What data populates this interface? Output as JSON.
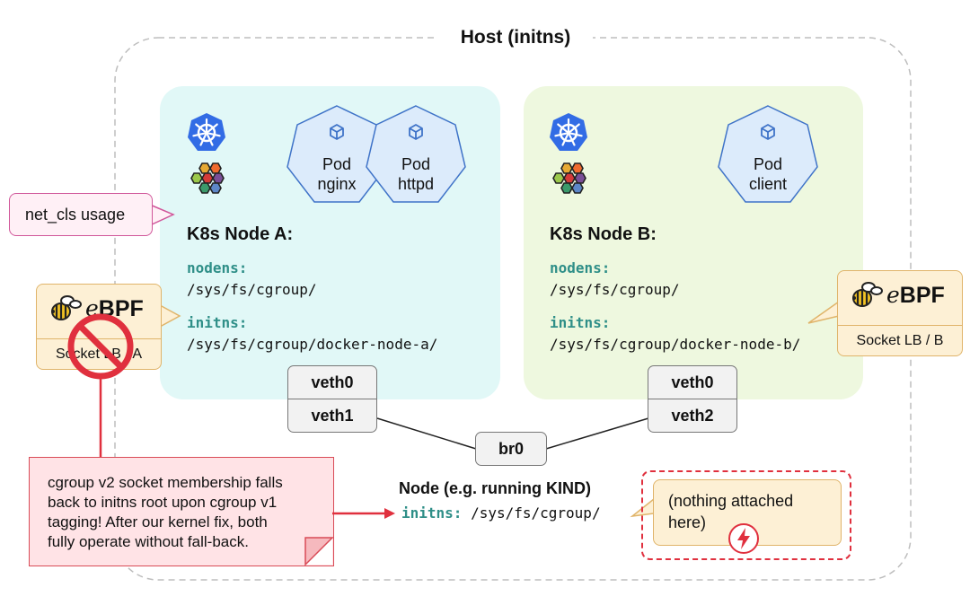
{
  "host": {
    "title": "Host (initns)"
  },
  "node_a": {
    "title": "K8s Node A:",
    "nodens_label": "nodens:",
    "nodens_path": "/sys/fs/cgroup/",
    "initns_label": "initns:",
    "initns_path": "/sys/fs/cgroup/docker-node-a/",
    "pods": [
      {
        "line1": "Pod",
        "line2": "nginx"
      },
      {
        "line1": "Pod",
        "line2": "httpd"
      }
    ],
    "iface_top": "veth0",
    "iface_bottom": "veth1"
  },
  "node_b": {
    "title": "K8s Node B:",
    "nodens_label": "nodens:",
    "nodens_path": "/sys/fs/cgroup/",
    "initns_label": "initns:",
    "initns_path": "/sys/fs/cgroup/docker-node-b/",
    "pods": [
      {
        "line1": "Pod",
        "line2": "client"
      }
    ],
    "iface_top": "veth0",
    "iface_bottom": "veth2"
  },
  "bridge": {
    "label": "br0"
  },
  "callout_netcls": "net_cls usage",
  "ebpf_a": {
    "brand_e": "e",
    "brand_rest": "BPF",
    "caption": "Socket LB / A"
  },
  "ebpf_b": {
    "brand_e": "e",
    "brand_rest": "BPF",
    "caption": "Socket LB / B"
  },
  "warning": {
    "lines": [
      "cgroup v2 socket membership falls",
      "back to initns root upon cgroup v1",
      "tagging! After our kernel fix, both",
      "fully operate without fall-back."
    ]
  },
  "host_node": {
    "caption": "Node (e.g. running KIND)",
    "initns_label": "initns:",
    "initns_path": "/sys/fs/cgroup/"
  },
  "nothing_attached": {
    "line1": "(nothing attached",
    "line2": "here)"
  },
  "icons": {
    "kubernetes": "kubernetes-icon",
    "cilium": "cilium-hex-icon",
    "pod": "cube-icon",
    "bee": "bee-icon",
    "prohibited": "prohibited-icon",
    "lightning": "lightning-icon"
  },
  "colors": {
    "node_a_bg": "#e1f8f7",
    "node_b_bg": "#eef8df",
    "pod_fill": "#dcebfb",
    "pod_stroke": "#3f73c8",
    "ns_label": "#2f8f88",
    "warning_red": "#e0303e",
    "ebpf_bg": "#fdf0d5"
  }
}
